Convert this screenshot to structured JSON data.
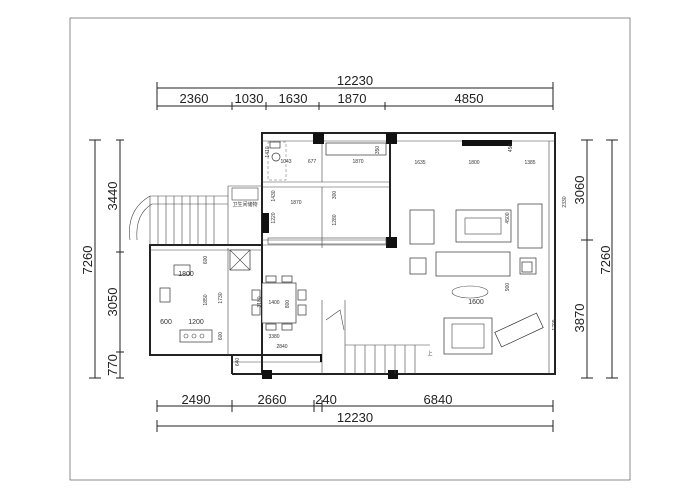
{
  "top_dims": {
    "overall": "12230",
    "segments": [
      "2360",
      "1030",
      "1630",
      "1870",
      "4850"
    ]
  },
  "bottom_dims": {
    "overall": "12230",
    "segments": [
      "2490",
      "2660",
      "240",
      "6840"
    ]
  },
  "left_dims": {
    "overall": "7260",
    "segments": [
      "3440",
      "3050",
      "770"
    ]
  },
  "right_dims": {
    "overall": "7260",
    "segments": [
      "3060",
      "3870"
    ]
  },
  "interior_labels": {
    "bath_1410": "1410",
    "bath_1043": "1043",
    "bath_677": "677",
    "hall_1870_top": "1870",
    "hall_350": "350",
    "living_1635": "1635",
    "living_1800": "1800",
    "living_1385": "1385",
    "living_450": "450",
    "r_2330": "2330",
    "r_1430": "1430",
    "r_1220": "1220",
    "mid_1870": "1870",
    "mid_300": "300",
    "mid_1280": "1280",
    "sofa_4500": "4500",
    "sofa_900": "900",
    "tv_1600": "1600",
    "r_1799": "1799",
    "k_1800": "1800",
    "k_600_top": "600",
    "k_1850": "1850",
    "k_1730": "1730",
    "k_600_left": "600",
    "k_1200": "1200",
    "k_600_bot": "600",
    "din_3180": "3180",
    "din_1400": "1400",
    "din_800": "800",
    "din_3380": "3380",
    "bot_2840": "2840",
    "bot_640": "640",
    "tiny_note": "卫生间储物",
    "stair_mark": "上"
  }
}
